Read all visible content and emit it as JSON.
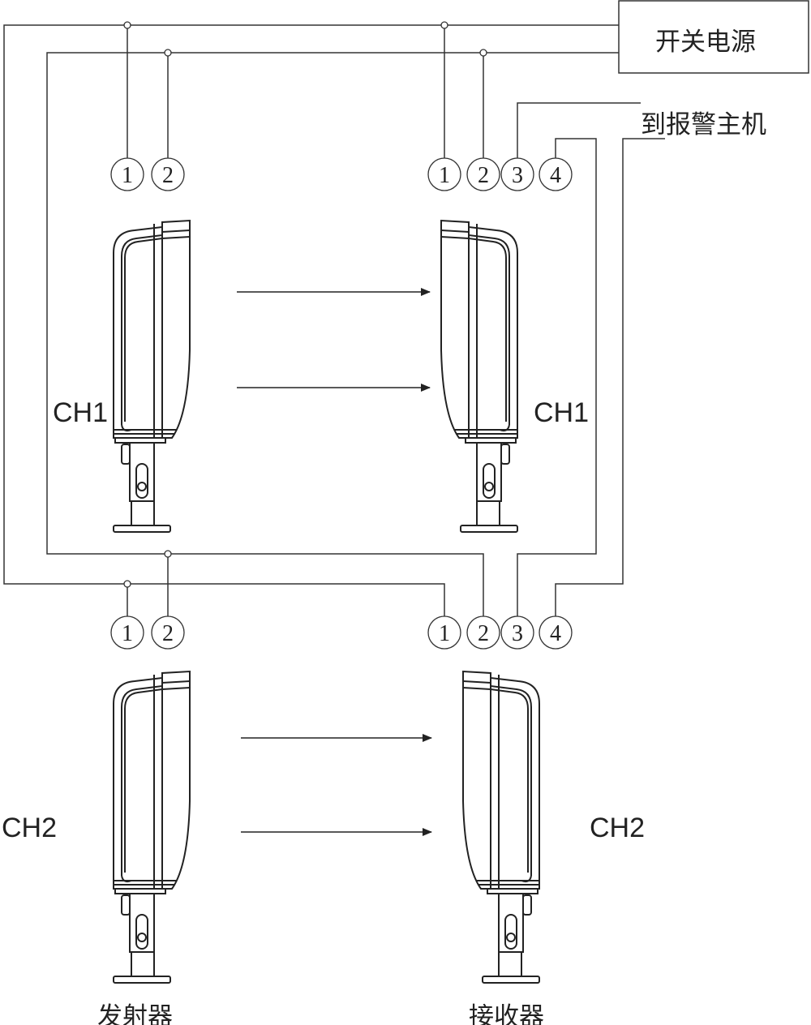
{
  "power_supply": {
    "label": "开关电源"
  },
  "alarm_host": {
    "label": "到报警主机"
  },
  "terminals": {
    "top_left": [
      "1",
      "2"
    ],
    "top_right": [
      "1",
      "2",
      "3",
      "4"
    ],
    "bottom_left": [
      "1",
      "2"
    ],
    "bottom_right": [
      "1",
      "2",
      "3",
      "4"
    ]
  },
  "channels": {
    "ch1_left": "CH1",
    "ch1_right": "CH1",
    "ch2_left": "CH2",
    "ch2_right": "CH2"
  },
  "captions": {
    "emitter": "发射器",
    "receiver": "接收器"
  },
  "colors": {
    "line": "#333333",
    "text": "#222222"
  }
}
